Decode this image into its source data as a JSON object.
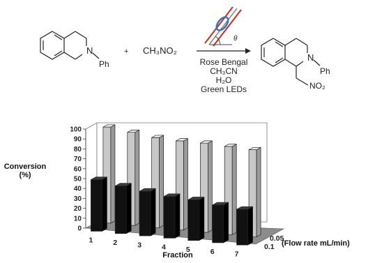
{
  "scheme": {
    "reactant_substituent": "N",
    "reactant_group": "Ph",
    "plus": "+",
    "reagent": "CH₃NO₂",
    "angle_label": "θ",
    "conditions": [
      "Rose Bengal",
      "CH₃CN",
      "H₂O",
      "Green LEDs"
    ],
    "product_substituent": "N",
    "product_group": "Ph",
    "product_nitro": "NO₂"
  },
  "chart_data": {
    "type": "bar",
    "ylabel_line1": "Conversion",
    "ylabel_line2": "(%)",
    "xlabel": "Fraction",
    "zlabel": "(Flow rate mL/min)",
    "categories": [
      "1",
      "2",
      "3",
      "4",
      "5",
      "6",
      "7"
    ],
    "y_ticks": [
      "0",
      "10",
      "20",
      "30",
      "40",
      "50",
      "60",
      "70",
      "80",
      "90",
      "100"
    ],
    "ylim": [
      0,
      100
    ],
    "series": [
      {
        "name": "0.1",
        "values": [
          52,
          48,
          45,
          42,
          41,
          38,
          36
        ]
      },
      {
        "name": "0.05",
        "values": [
          97,
          94,
          91,
          90,
          90,
          89,
          88
        ]
      }
    ],
    "colors": {
      "0.1": "#111111",
      "0.05": "#c8c8c8",
      "floor": "#8c8c8c"
    }
  }
}
